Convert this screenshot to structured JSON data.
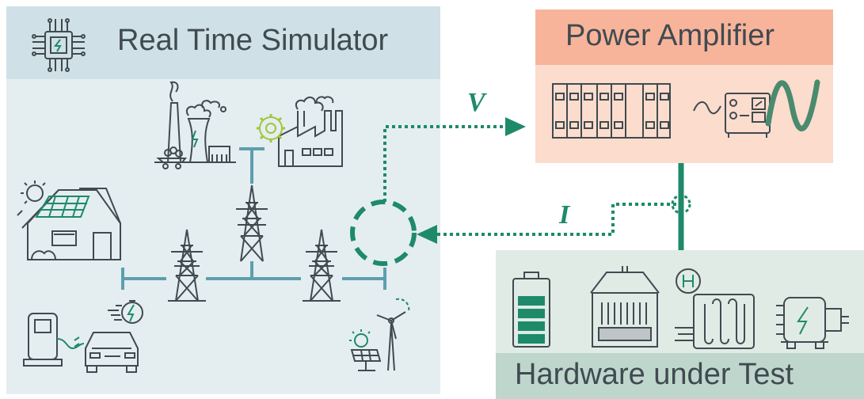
{
  "simulator": {
    "title": "Real Time Simulator",
    "icons": [
      "chip-icon",
      "power-plant-icon",
      "factory-icon",
      "house-solar-icon",
      "transmission-tower-icon",
      "charging-station-icon",
      "car-icon",
      "fast-charge-icon",
      "wind-solar-icon"
    ]
  },
  "amplifier": {
    "title": "Power Amplifier",
    "icons": [
      "amplifier-racks-icon",
      "signal-generator-icon",
      "sine-wave-icon"
    ]
  },
  "hardware": {
    "title": "Hardware under Test",
    "icons": [
      "battery-icon",
      "electrolyzer-icon",
      "hydrogen-fuel-cell-icon",
      "electric-motor-icon"
    ]
  },
  "signals": {
    "voltage_label": "V",
    "current_label": "I"
  },
  "colors": {
    "simulator_bg": "#e4eef0",
    "simulator_header": "#cfe1e6",
    "amplifier_bg": "#fbdccd",
    "amplifier_header": "#f7b49a",
    "hardware_bg": "#e0ebe6",
    "hardware_footer": "#bfd6cc",
    "accent_green": "#1e8a6a",
    "grid_blue": "#5f9eb0"
  }
}
